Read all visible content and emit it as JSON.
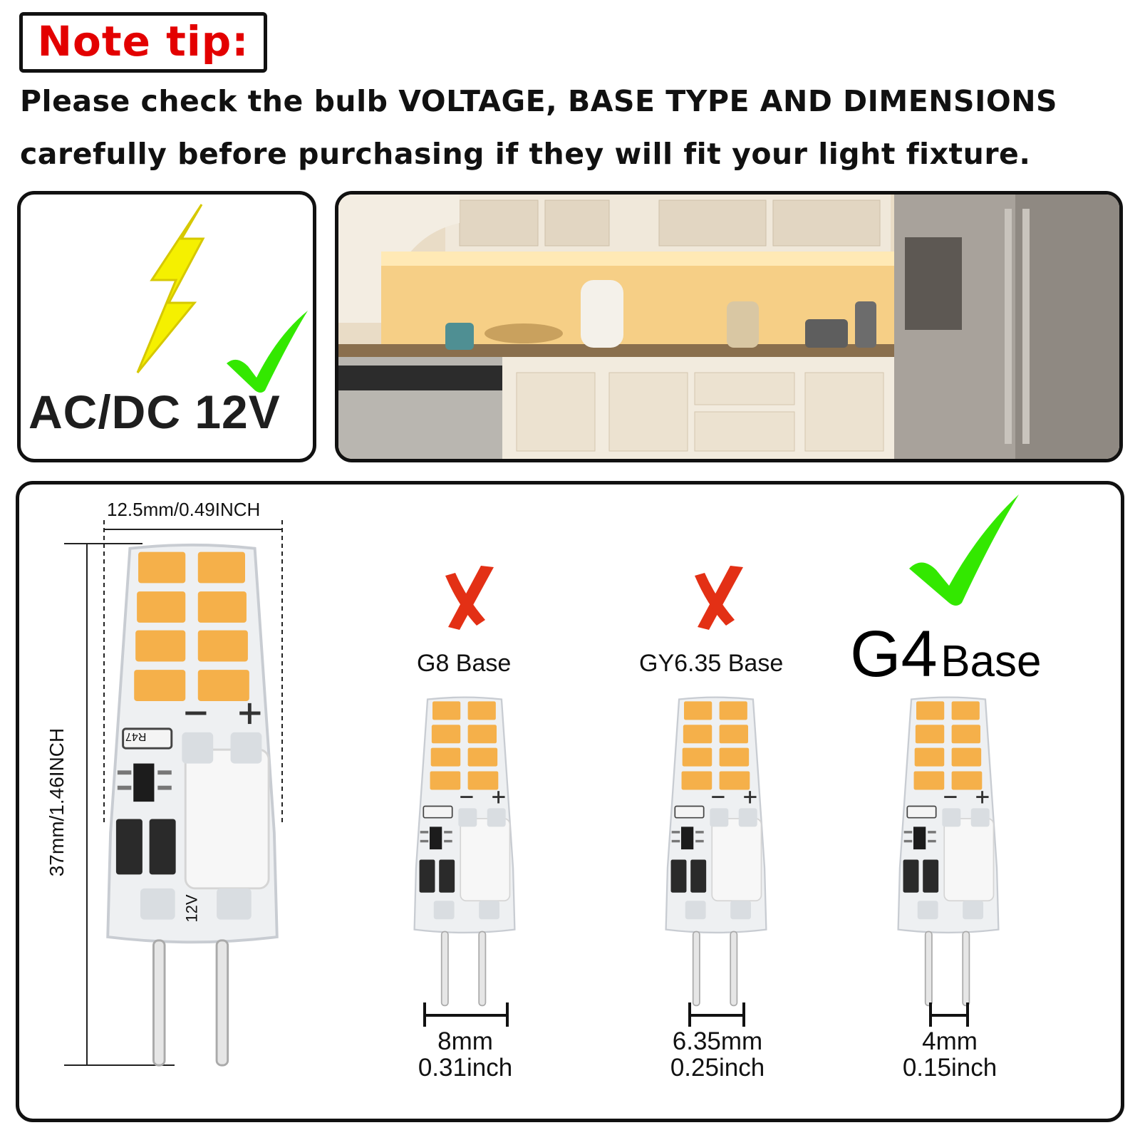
{
  "header": {
    "note_title": "Note tip:",
    "warning_line1": "Please check the bulb VOLTAGE, BASE TYPE AND DIMENSIONS",
    "warning_line2": "carefully before purchasing if they will fit your light fixture."
  },
  "voltage_panel": {
    "label": "AC/DC 12V",
    "icons": [
      "lightning-bolt-icon",
      "green-check-icon"
    ]
  },
  "kitchen_panel": {
    "image": "kitchen-under-cabinet-lighting-photo"
  },
  "dimensions": {
    "width": "12.5mm/0.49INCH",
    "height": "37mm/1.46INCH"
  },
  "bulb_markings": {
    "chip": "R47",
    "voltage": "12V",
    "minus": "−",
    "plus": "+"
  },
  "bases": [
    {
      "label": "G8 Base",
      "mm": "8mm",
      "inch": "0.31inch",
      "status_icon": "red-x-icon"
    },
    {
      "label": "GY6.35 Base",
      "mm": "6.35mm",
      "inch": "0.25inch",
      "status_icon": "red-x-icon"
    },
    {
      "label_big": "G4",
      "label_small": "Base",
      "mm": "4mm",
      "inch": "0.15inch",
      "status_icon": "green-check-icon"
    }
  ],
  "colors": {
    "warning_red": "#e30000",
    "check_green": "#33e800",
    "bolt_yellow": "#f5f000",
    "led_orange": "#f5b04a"
  }
}
